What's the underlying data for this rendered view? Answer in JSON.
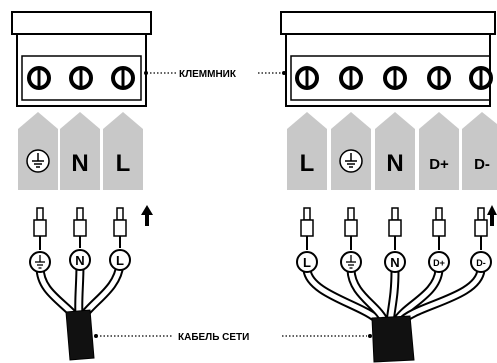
{
  "labels": {
    "terminal_block": "КЛЕММНИК",
    "power_cable": "КАБЕЛЬ СЕТИ"
  },
  "left_block": {
    "terminals": [
      {
        "symbol": "ground-symbol",
        "text": "",
        "tag_color": "#c8c8c8"
      },
      {
        "symbol": "",
        "text": "N",
        "tag_color": "#c8c8c8"
      },
      {
        "symbol": "",
        "text": "L",
        "tag_color": "#c8c8c8"
      }
    ],
    "wires": [
      {
        "symbol": "ground-symbol",
        "text": ""
      },
      {
        "symbol": "",
        "text": "N"
      },
      {
        "symbol": "",
        "text": "L"
      }
    ]
  },
  "right_block": {
    "terminals": [
      {
        "symbol": "",
        "text": "L",
        "tag_color": "#c8c8c8"
      },
      {
        "symbol": "ground-symbol",
        "text": "",
        "tag_color": "#c8c8c8"
      },
      {
        "symbol": "",
        "text": "N",
        "tag_color": "#c8c8c8"
      },
      {
        "symbol": "",
        "text": "D+",
        "tag_color": "#c8c8c8"
      },
      {
        "symbol": "",
        "text": "D-",
        "tag_color": "#c8c8c8"
      }
    ],
    "wires": [
      {
        "symbol": "",
        "text": "L"
      },
      {
        "symbol": "ground-symbol",
        "text": ""
      },
      {
        "symbol": "",
        "text": "N"
      },
      {
        "symbol": "",
        "text": "D+"
      },
      {
        "symbol": "",
        "text": "D-"
      }
    ]
  },
  "icons": {
    "insert_direction": "arrow-up-icon"
  },
  "colors": {
    "line": "#000000",
    "tag_fill": "#c8c8c8",
    "cable_fill": "#111111"
  }
}
